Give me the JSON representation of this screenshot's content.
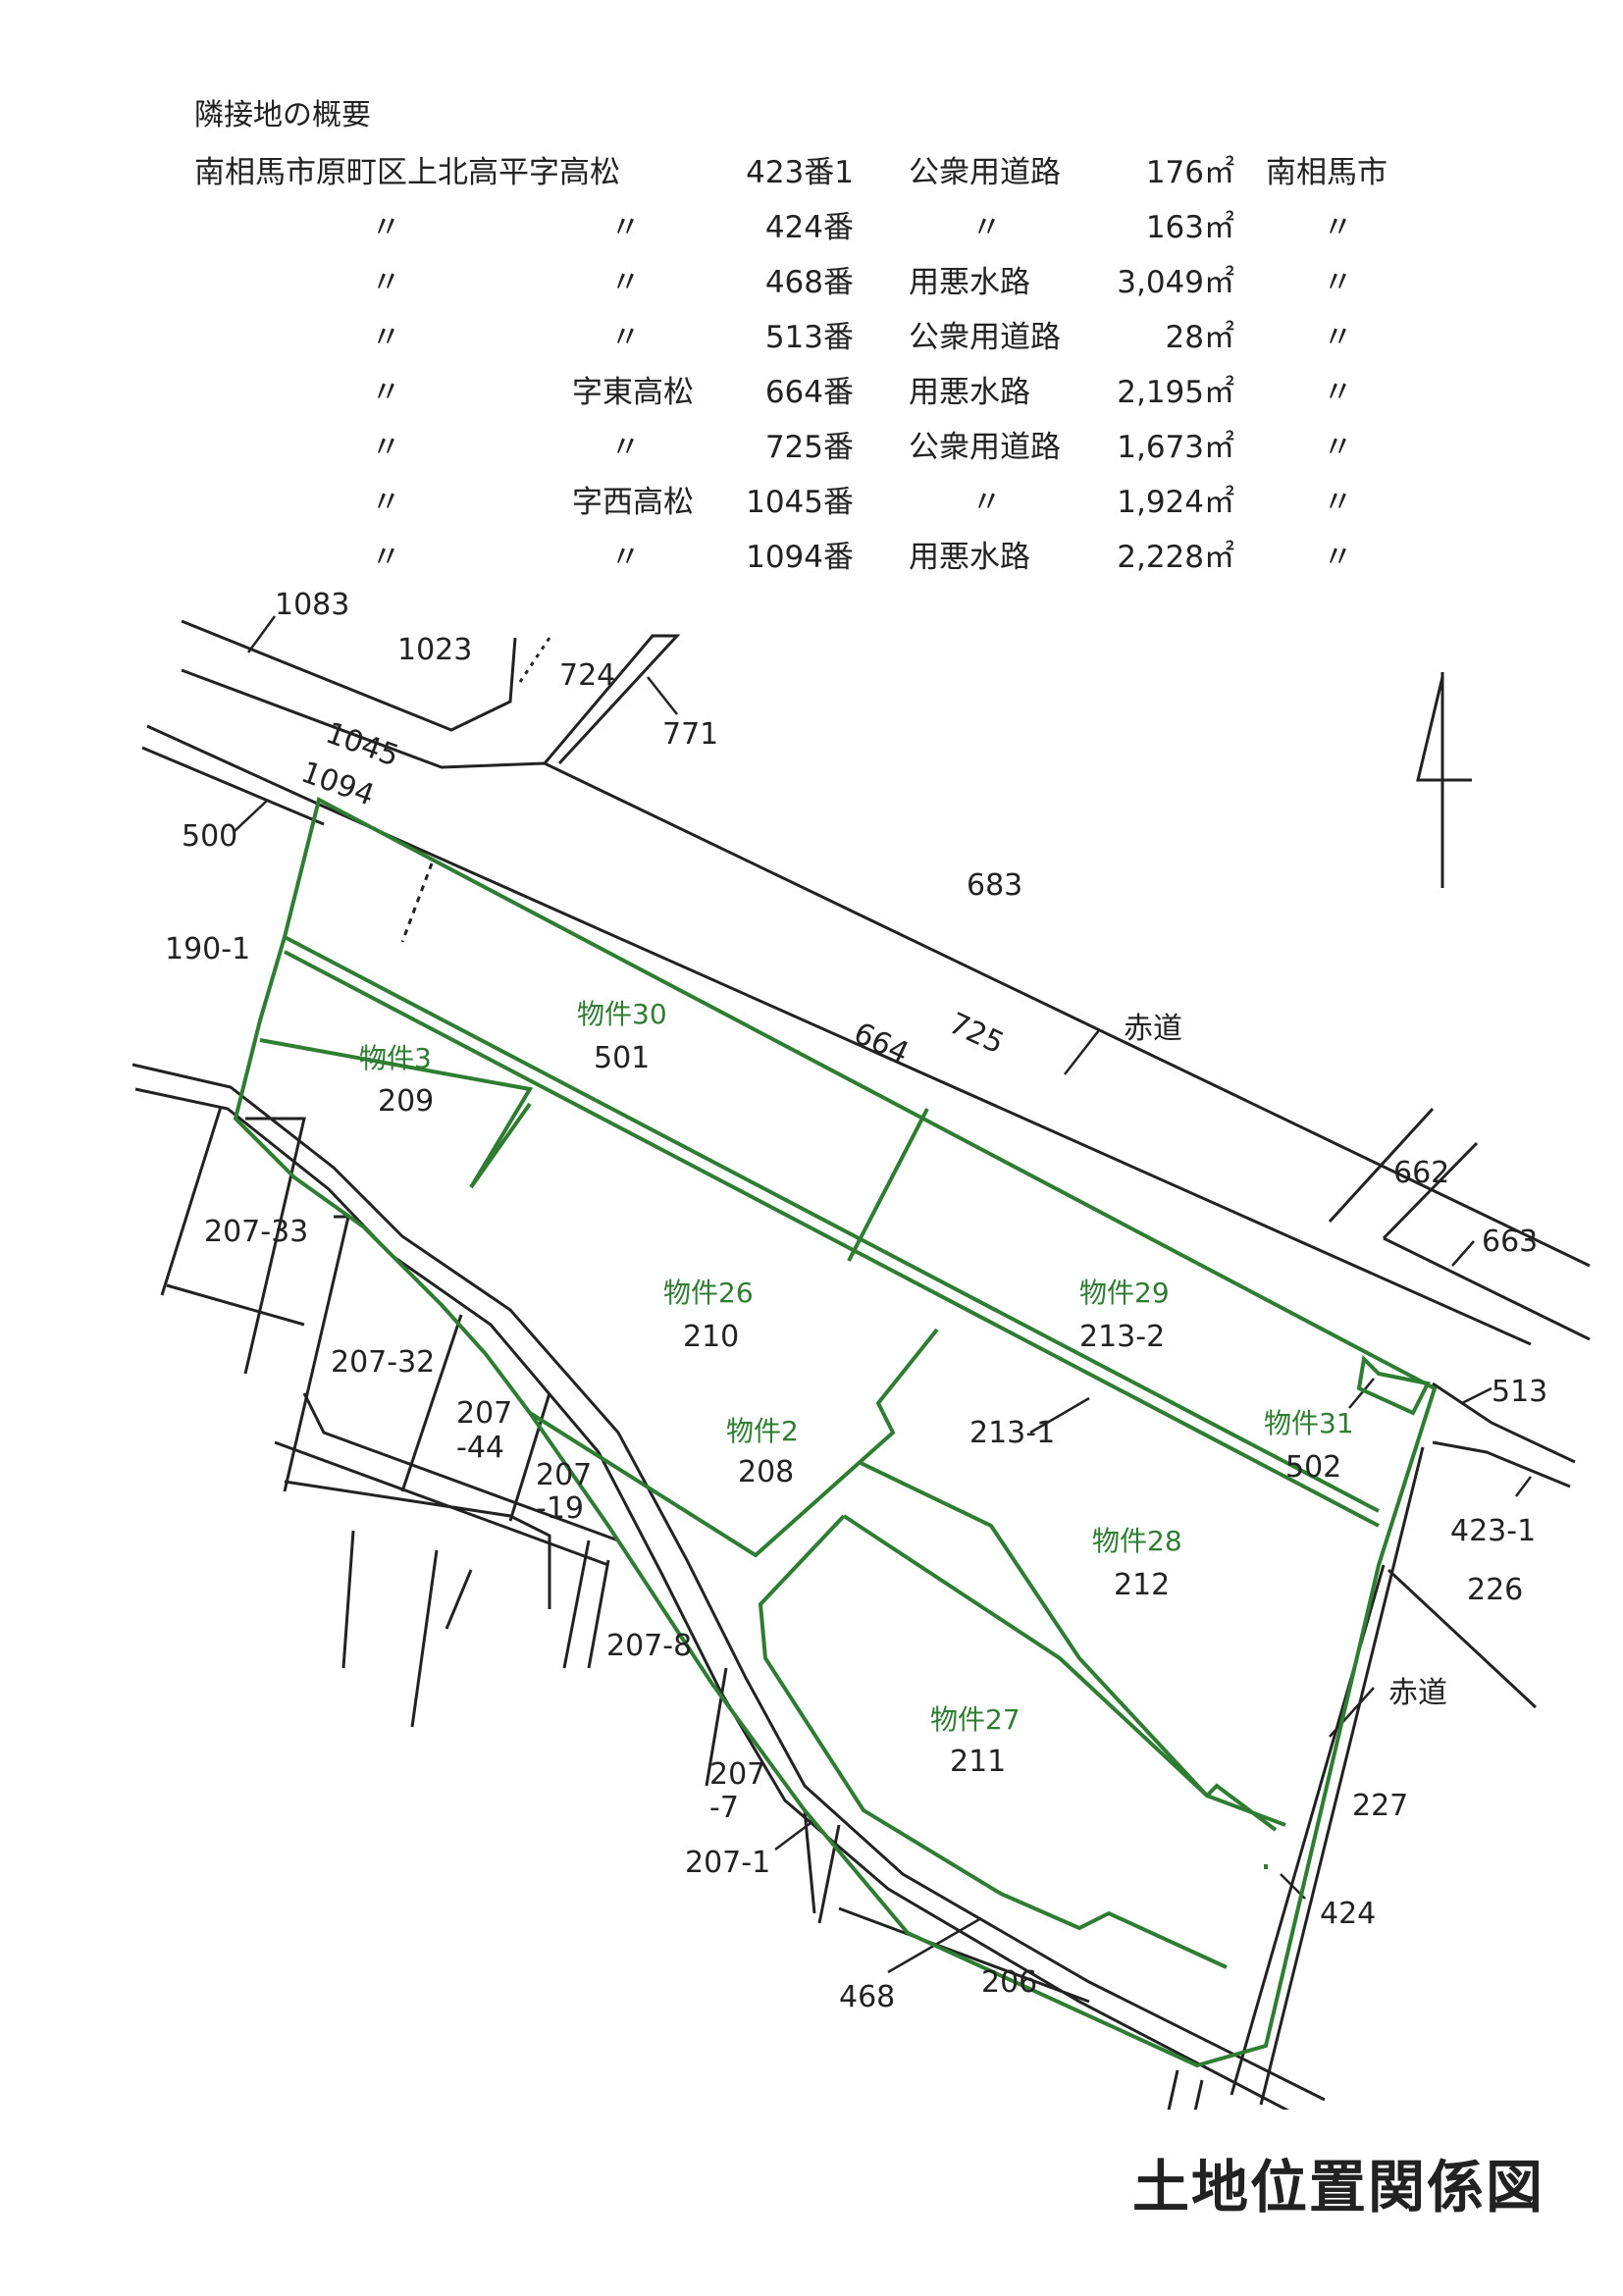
{
  "summary": {
    "heading": "隣接地の概要",
    "rows": [
      {
        "loc": "南相馬市原町区上北高平字高松",
        "aza": "",
        "lot": "423番1",
        "use": "公衆用道路",
        "area": "176㎡",
        "owner": "南相馬市"
      },
      {
        "loc": "〃",
        "aza": "〃",
        "lot": "424番",
        "use": "〃",
        "area": "163㎡",
        "owner": "〃"
      },
      {
        "loc": "〃",
        "aza": "〃",
        "lot": "468番",
        "use": "用悪水路",
        "area": "3,049㎡",
        "owner": "〃"
      },
      {
        "loc": "〃",
        "aza": "〃",
        "lot": "513番",
        "use": "公衆用道路",
        "area": "28㎡",
        "owner": "〃"
      },
      {
        "loc": "〃",
        "aza": "字東高松",
        "lot": "664番",
        "use": "用悪水路",
        "area": "2,195㎡",
        "owner": "〃"
      },
      {
        "loc": "〃",
        "aza": "〃",
        "lot": "725番",
        "use": "公衆用道路",
        "area": "1,673㎡",
        "owner": "〃"
      },
      {
        "loc": "〃",
        "aza": "字西高松",
        "lot": "1045番",
        "use": "〃",
        "area": "1,924㎡",
        "owner": "〃"
      },
      {
        "loc": "〃",
        "aza": "〃",
        "lot": "1094番",
        "use": "用悪水路",
        "area": "2,228㎡",
        "owner": "〃"
      }
    ]
  },
  "map": {
    "labels": {
      "l1083": "1083",
      "l1023": "1023",
      "l724": "724",
      "l771": "771",
      "l1045": "1045",
      "l1094": "1094",
      "l500": "500",
      "l683": "683",
      "l190_1": "190-1",
      "l664": "664",
      "l725": "725",
      "l_akamichi1": "赤道",
      "l501": "501",
      "l209": "209",
      "l662": "662",
      "l663": "663",
      "l207_33": "207-33",
      "l210": "210",
      "l213_2": "213-2",
      "l513": "513",
      "l207_32": "207-32",
      "l207": "207",
      "l_44": "-44",
      "l207b": "207",
      "l_19": "-19",
      "l208": "208",
      "l213_1": "213-1",
      "l502": "502",
      "l423_1": "423-1",
      "l226": "226",
      "l212": "212",
      "l207_8": "207-8",
      "l_akamichi2": "赤道",
      "l211": "211",
      "l207c": "207",
      "l_7": "-7",
      "l227": "227",
      "l207_1": "207-1",
      "l424": "424",
      "l468": "468",
      "l206": "206"
    },
    "properties": {
      "p30": "物件30",
      "p3": "物件3",
      "p26": "物件26",
      "p29": "物件29",
      "p2": "物件2",
      "p31": "物件31",
      "p28": "物件28",
      "p27": "物件27"
    },
    "colors": {
      "parcel": "#2e7d32",
      "line": "#222222"
    },
    "icons": {
      "north": "north-arrow-icon"
    }
  },
  "title": "土地位置関係図"
}
